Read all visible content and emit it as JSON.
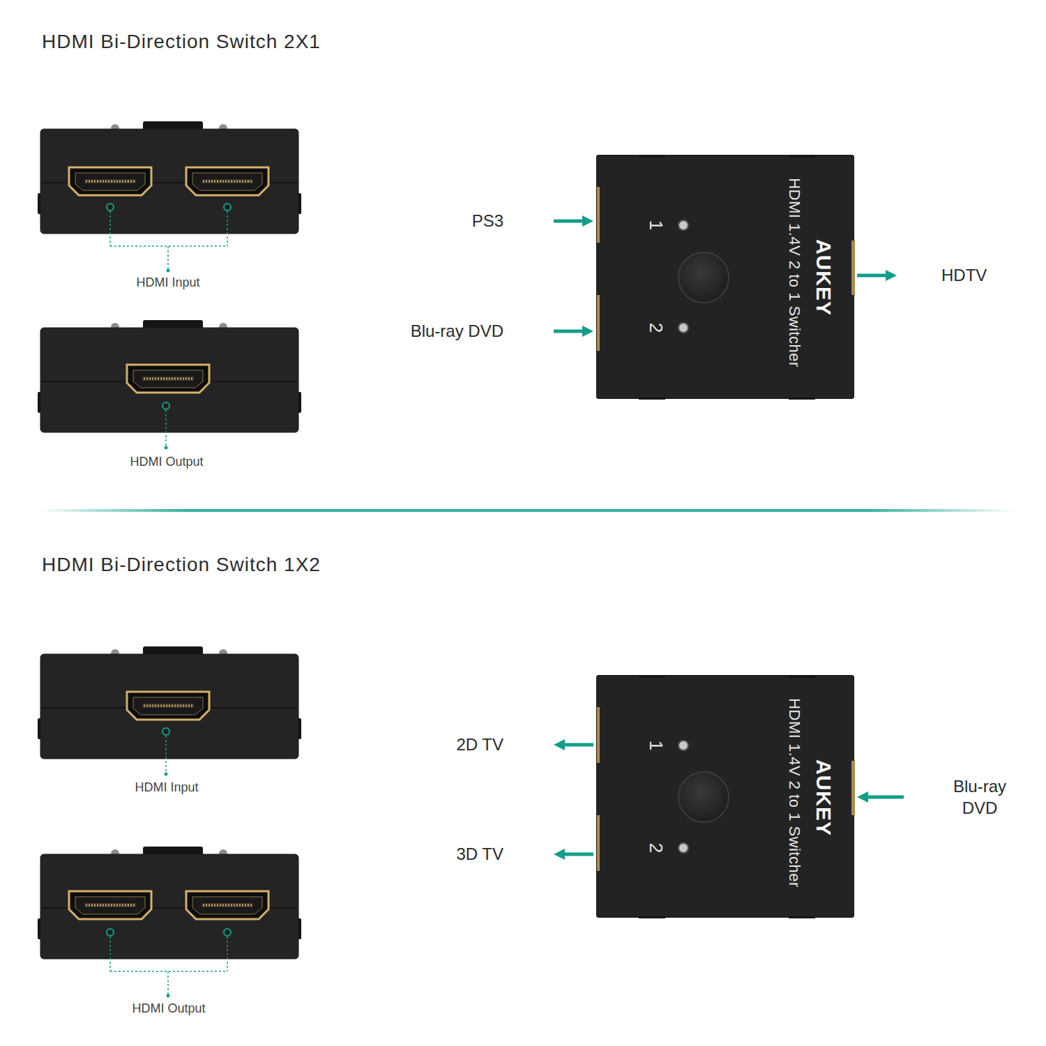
{
  "diagram": {
    "nodes": [
      {
        "text": [
          "PS3"
        ]
      },
      {
        "text": [
          "Blu-ray DVD"
        ]
      },
      {
        "text": [
          "HDMI 1.4V 2 to 1 Switcher",
          "AUKEY",
          "1",
          "2"
        ]
      },
      {
        "text": [
          "HDTV"
        ]
      },
      {
        "text": [
          "2D TV"
        ]
      },
      {
        "text": [
          "3D TV"
        ]
      },
      {
        "text": [
          "HDMI 1.4V 2 to 1 Switcher",
          "AUKEY",
          "1",
          "2"
        ]
      },
      {
        "text": [
          "Blu-ray DVD"
        ]
      }
    ],
    "edges": [
      {
        "from": 0,
        "to": 2,
        "arrow": "to"
      },
      {
        "from": 1,
        "to": 2,
        "arrow": "to"
      },
      {
        "from": 2,
        "to": 3,
        "arrow": "to"
      },
      {
        "from": 7,
        "to": 6,
        "arrow": "to"
      },
      {
        "from": 6,
        "to": 4,
        "arrow": "to"
      },
      {
        "from": 6,
        "to": 5,
        "arrow": "to"
      }
    ],
    "labels": [
      "HDMI Bi-Direction Switch 2X1",
      "HDMI Input",
      "HDMI Output",
      "HDMI Bi-Direction Switch 1X2",
      "HDMI Input",
      "HDMI Output"
    ]
  }
}
